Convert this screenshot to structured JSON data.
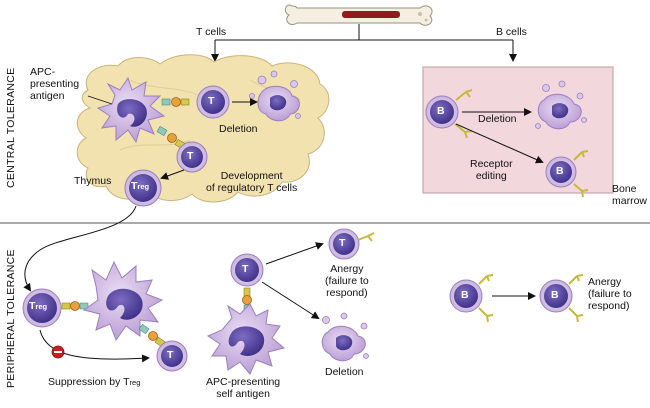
{
  "sections": {
    "central": "CENTRAL TOLERANCE",
    "peripheral": "PERIPHERAL TOLERANCE"
  },
  "top": {
    "t_cells": "T cells",
    "b_cells": "B cells"
  },
  "central": {
    "apc_label": "APC-\npresenting\nantigen",
    "deletion_t": "Deletion",
    "development": "Development\nof regulatory T cells",
    "thymus": "Thymus",
    "deletion_b": "Deletion",
    "receptor_editing": "Receptor\nediting",
    "bone_marrow": "Bone\nmarrow"
  },
  "peripheral": {
    "anergy_t": "Anergy\n(failure to\nrespond)",
    "deletion": "Deletion",
    "apc_self": "APC-presenting\nself antigen",
    "suppression": "Suppression by T",
    "suppression_sub": "reg",
    "anergy_b": "Anergy\n(failure to\nrespond)"
  },
  "cells": {
    "t": "T",
    "b": "B",
    "treg_main": "T",
    "treg_sub": "reg"
  },
  "colors": {
    "thymus": "#f2e2b0",
    "marrow": "#f2d7dd",
    "cell_outer": "#c9b3dc",
    "cell_nucleus": "#4a3a8e",
    "receptor": "#d8c84a",
    "mhc": "#8fc9b8"
  }
}
